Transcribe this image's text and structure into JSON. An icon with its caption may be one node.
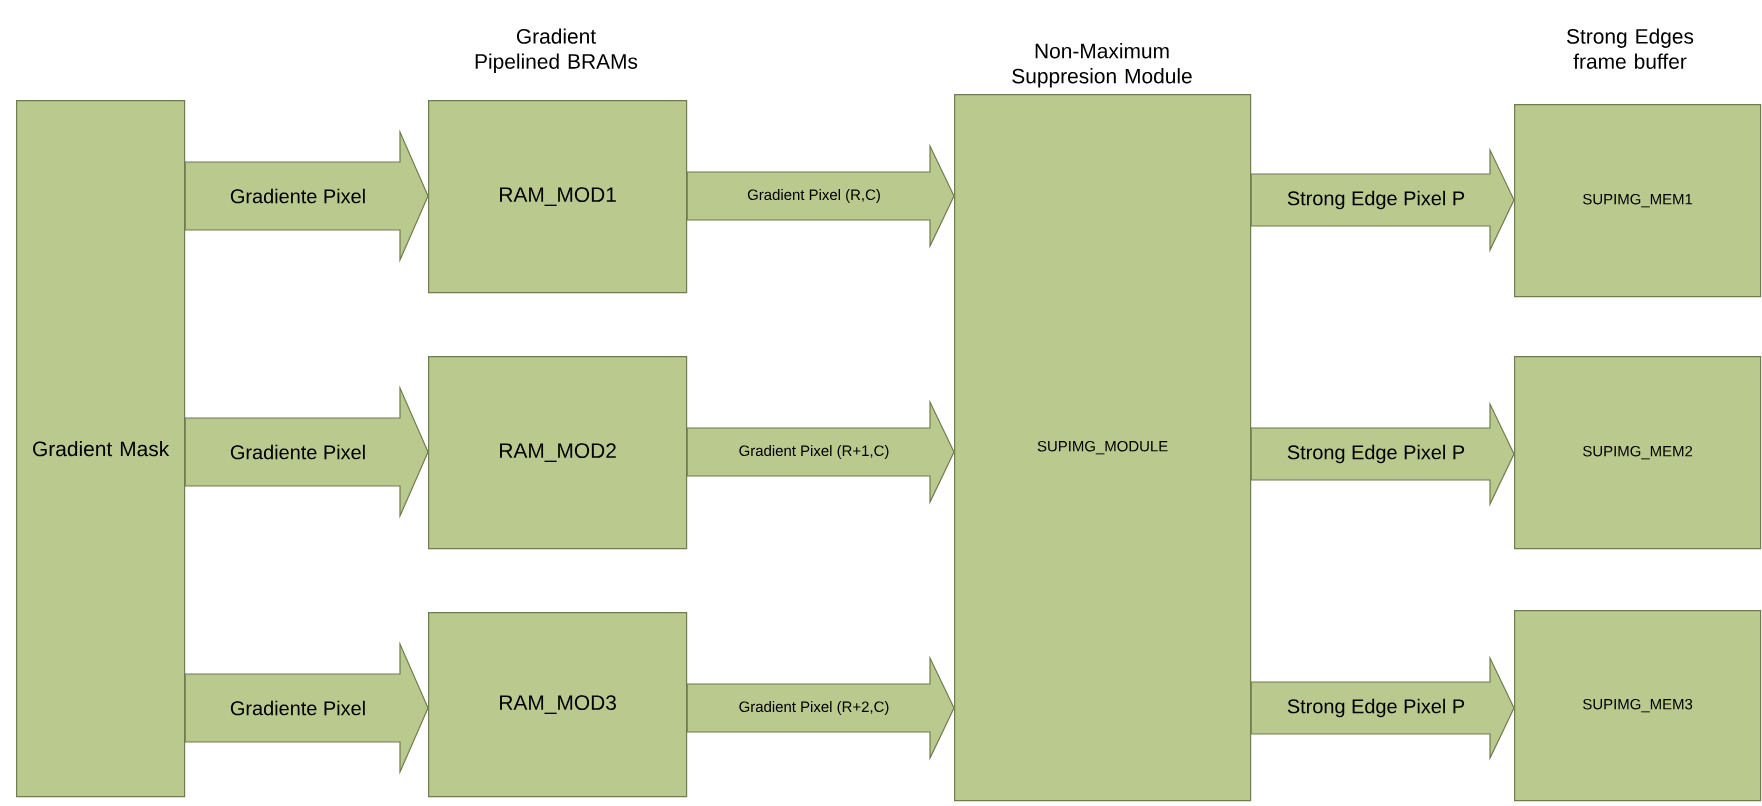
{
  "diagram": {
    "nodes": [
      {
        "text": [
          "Gradient Mask"
        ]
      },
      {
        "text": [
          "RAM_MOD1"
        ]
      },
      {
        "text": [
          "RAM_MOD2"
        ]
      },
      {
        "text": [
          "RAM_MOD3"
        ]
      },
      {
        "text": [
          "Non-Maximum Suppresion Module",
          "SUPIMG_MODULE"
        ]
      },
      {
        "text": [
          "SUPIMG_MEM1"
        ]
      },
      {
        "text": [
          "SUPIMG_MEM2"
        ]
      },
      {
        "text": [
          "SUPIMG_MEM3"
        ]
      }
    ],
    "edges": [
      {
        "from": 0,
        "to": 1,
        "arrow": "to",
        "label": "Gradiente Pixel"
      },
      {
        "from": 0,
        "to": 2,
        "arrow": "to",
        "label": "Gradiente Pixel"
      },
      {
        "from": 0,
        "to": 3,
        "arrow": "to",
        "label": "Gradiente Pixel"
      },
      {
        "from": 1,
        "to": 4,
        "arrow": "to",
        "label": "Gradient Pixel (R,C)"
      },
      {
        "from": 2,
        "to": 4,
        "arrow": "to",
        "label": "Gradient Pixel (R+1,C)"
      },
      {
        "from": 3,
        "to": 4,
        "arrow": "to",
        "label": "Gradient Pixel (R+2,C)"
      },
      {
        "from": 4,
        "to": 5,
        "arrow": "to",
        "label": "Strong Edge Pixel P"
      },
      {
        "from": 4,
        "to": 6,
        "arrow": "to",
        "label": "Strong Edge Pixel P"
      },
      {
        "from": 4,
        "to": 7,
        "arrow": "to",
        "label": "Strong Edge Pixel P"
      }
    ],
    "labels": [
      "Gradient Pipelined BRAMs",
      "Strong Edges frame buffer"
    ]
  }
}
